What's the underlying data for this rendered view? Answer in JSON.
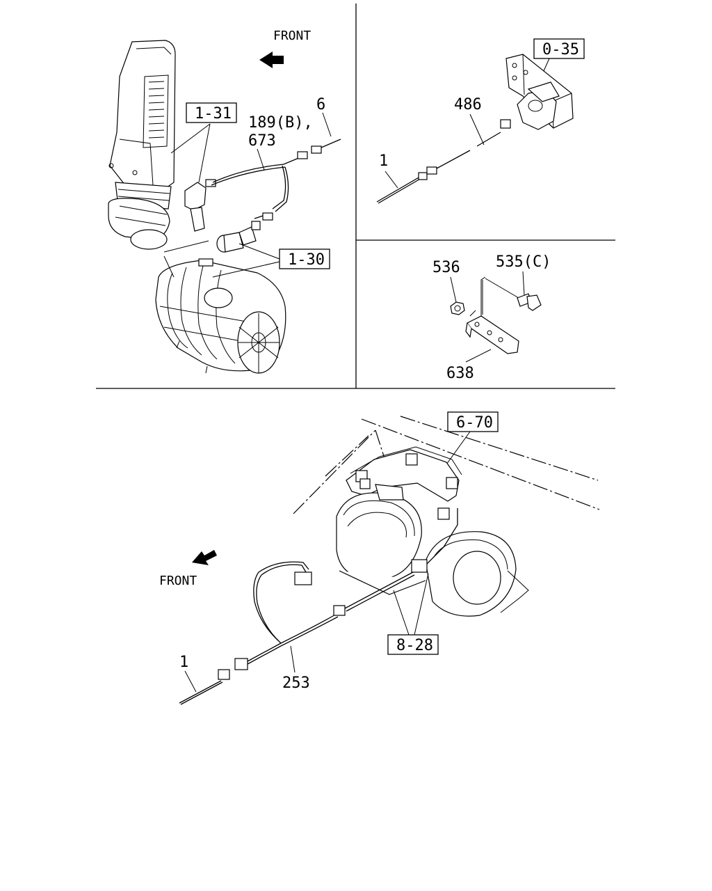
{
  "front_labels": {
    "top_left": "FRONT",
    "bottom": "FRONT"
  },
  "callouts": {
    "ref_1_31": "1-31",
    "ref_1_30": "1-30",
    "ref_0_35": "0-35",
    "ref_6_70": "6-70",
    "ref_8_28": "8-28"
  },
  "part_numbers": {
    "p6": "6",
    "p189b": "189(B),",
    "p673": "673",
    "p486": "486",
    "p1_top": "1",
    "p536": "536",
    "p535c": "535(C)",
    "p638": "638",
    "p1_bottom": "1",
    "p253": "253"
  }
}
